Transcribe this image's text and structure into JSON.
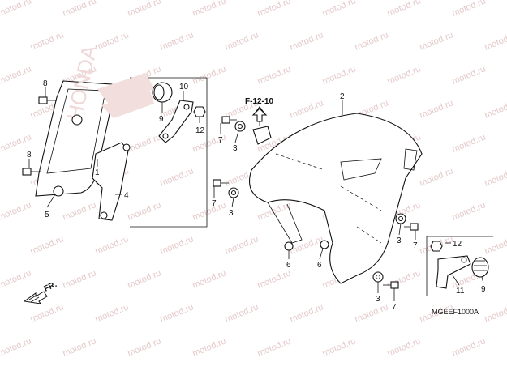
{
  "watermark": "motod.ru",
  "ref_code": "F-12-10",
  "diagram_code": "MGEEF1000A",
  "direction": "FR.",
  "brand_text": "HONDA",
  "callouts": {
    "c1": "1",
    "c2": "2",
    "c3a": "3",
    "c3b": "3",
    "c3c": "3",
    "c3d": "3",
    "c4": "4",
    "c5": "5",
    "c6a": "6",
    "c6b": "6",
    "c7a": "7",
    "c7b": "7",
    "c7c": "7",
    "c7d": "7",
    "c8a": "8",
    "c8b": "8",
    "c9a": "9",
    "c9b": "9",
    "c10": "10",
    "c11": "11",
    "c12a": "12",
    "c12b": "12"
  },
  "colors": {
    "ink": "#111111",
    "watermark": "#e4c9c9"
  }
}
